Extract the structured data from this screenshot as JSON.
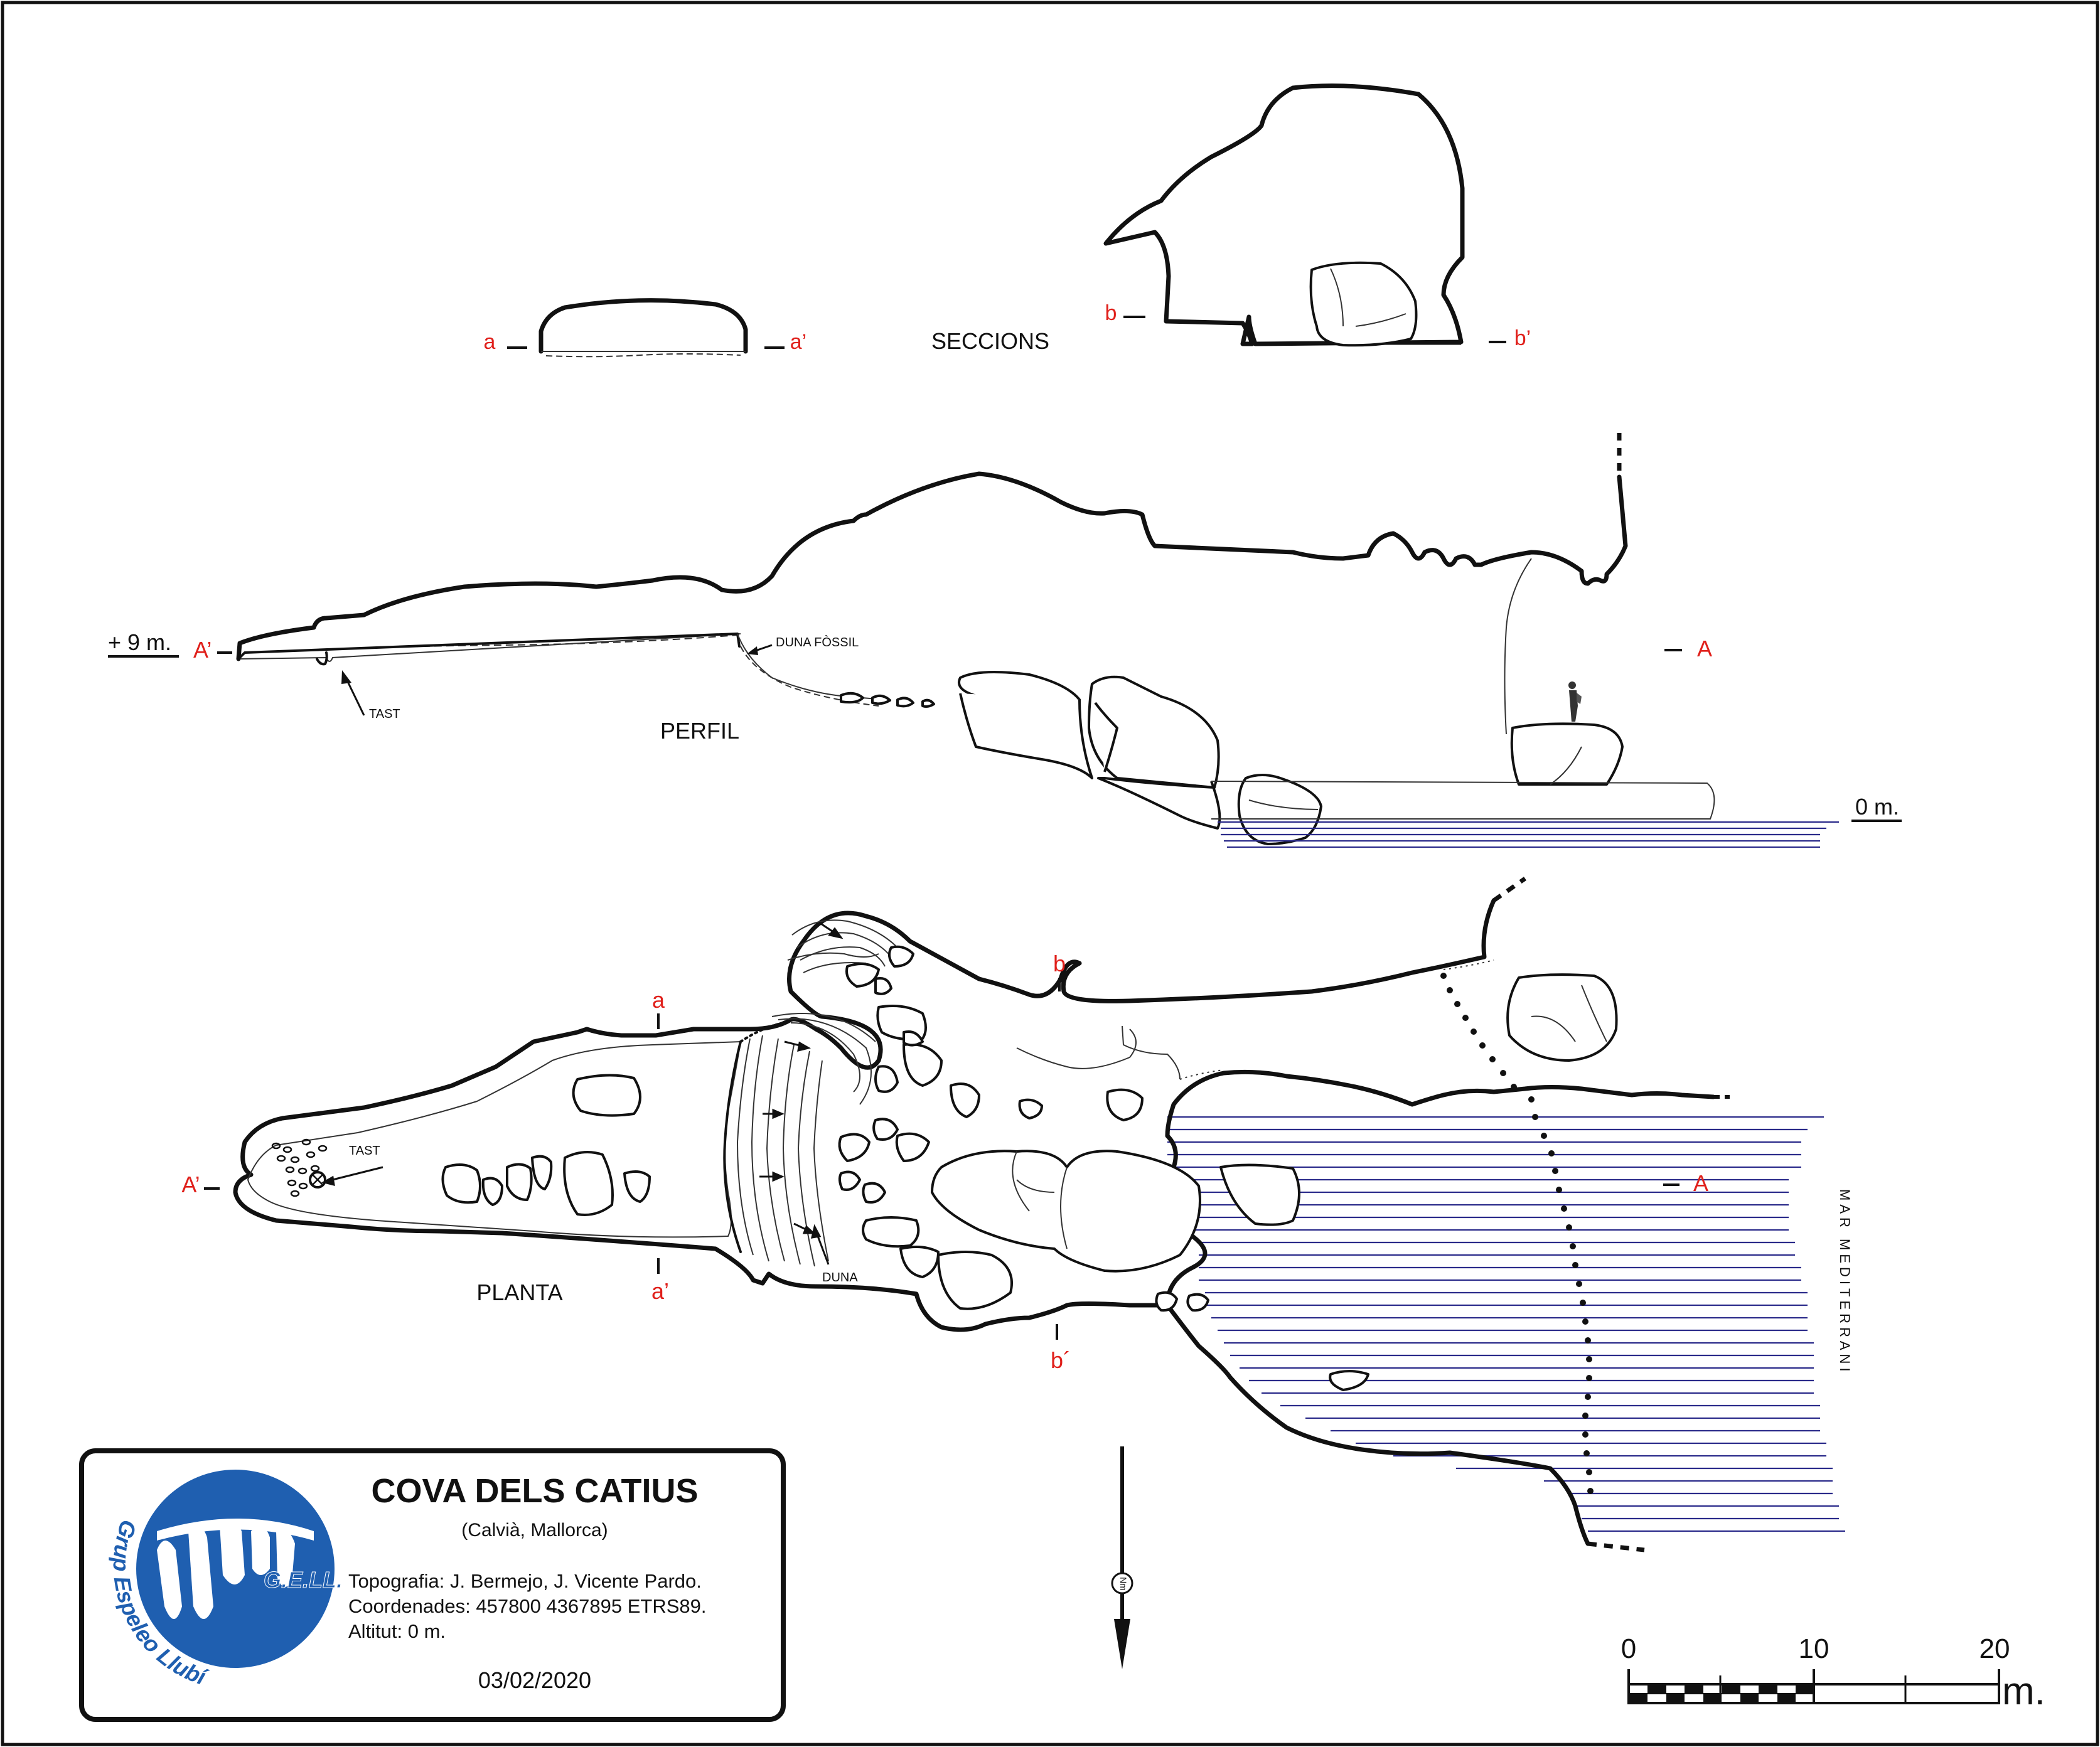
{
  "title": "COVA DELS CATIUS",
  "location": "(Calvià, Mallorca)",
  "credits": {
    "topography": "Topografia: J. Bermejo, J. Vicente Pardo.",
    "coordinates": "Coordenades: 457800 4367895 ETRS89.",
    "altitude": "Altitut: 0 m.",
    "date": "03/02/2020"
  },
  "logo": {
    "short": "G.E.LL.",
    "full": "Grup Espeleo Llubí"
  },
  "sections": {
    "label": "SECCIONS",
    "a_left": "a",
    "a_right": "a’",
    "b_left": "b",
    "b_right": "b’"
  },
  "profile": {
    "label": "PERFIL",
    "elevation_top": "+ 9 m.",
    "elevation_zero": "0 m.",
    "a_prime": "A’",
    "a": "A",
    "tast": "TAST",
    "duna_fossil": "DUNA FÒSSIL"
  },
  "plan": {
    "label": "PLANTA",
    "a_prime": "A’",
    "a": "A",
    "sec_a": "a",
    "sec_a_prime": "a’",
    "sec_b": "b",
    "sec_b_prime": "b´",
    "tast": "TAST",
    "duna": "DUNA",
    "sea_label": "MAR MEDITERRANI",
    "north": "Nm"
  },
  "scale": {
    "ticks": [
      "0",
      "10",
      "20"
    ],
    "unit": "m."
  },
  "colors": {
    "labels_red": "#e0201b",
    "water_blue": "#2a2a8a",
    "logo_blue": "#1f5fb0"
  }
}
